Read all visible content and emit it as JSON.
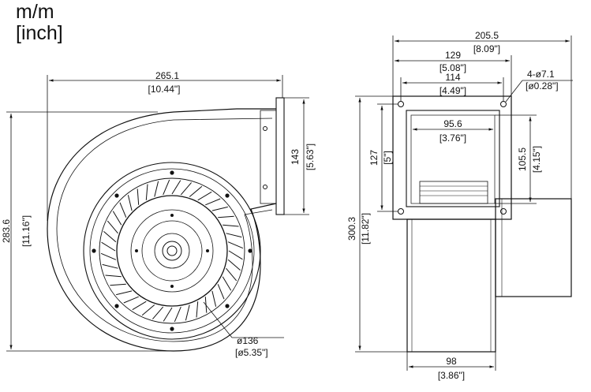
{
  "units": {
    "primary": "m/m",
    "secondary": "[inch]"
  },
  "front_view": {
    "width": {
      "mm": "265.1",
      "inch": "[10.44\"]"
    },
    "height": {
      "mm": "283.6",
      "inch": "[11.16\"]"
    },
    "outlet_height": {
      "mm": "143",
      "inch": "[5.63\"]"
    },
    "impeller_diameter": {
      "mm": "ø136",
      "inch": "[ø5.35\"]"
    }
  },
  "side_view": {
    "overall_width": {
      "mm": "205.5",
      "inch": "[8.09\"]"
    },
    "flange_width": {
      "mm": "129",
      "inch": "[5.08\"]"
    },
    "hole_spacing_width": {
      "mm": "114",
      "inch": "[4.49\"]"
    },
    "holes": {
      "mm": "4-ø7.1",
      "inch": "[ø0.28\"]"
    },
    "opening_width": {
      "mm": "95.6",
      "inch": "[3.76\"]"
    },
    "opening_height": {
      "mm": "105.5",
      "inch": "[4.15\"]"
    },
    "flange_height": {
      "mm": "127",
      "inch": "[5\"]"
    },
    "overall_height": {
      "mm": "300.3",
      "inch": "[11.82\"]"
    },
    "housing_width": {
      "mm": "98",
      "inch": "[3.86\"]"
    }
  }
}
